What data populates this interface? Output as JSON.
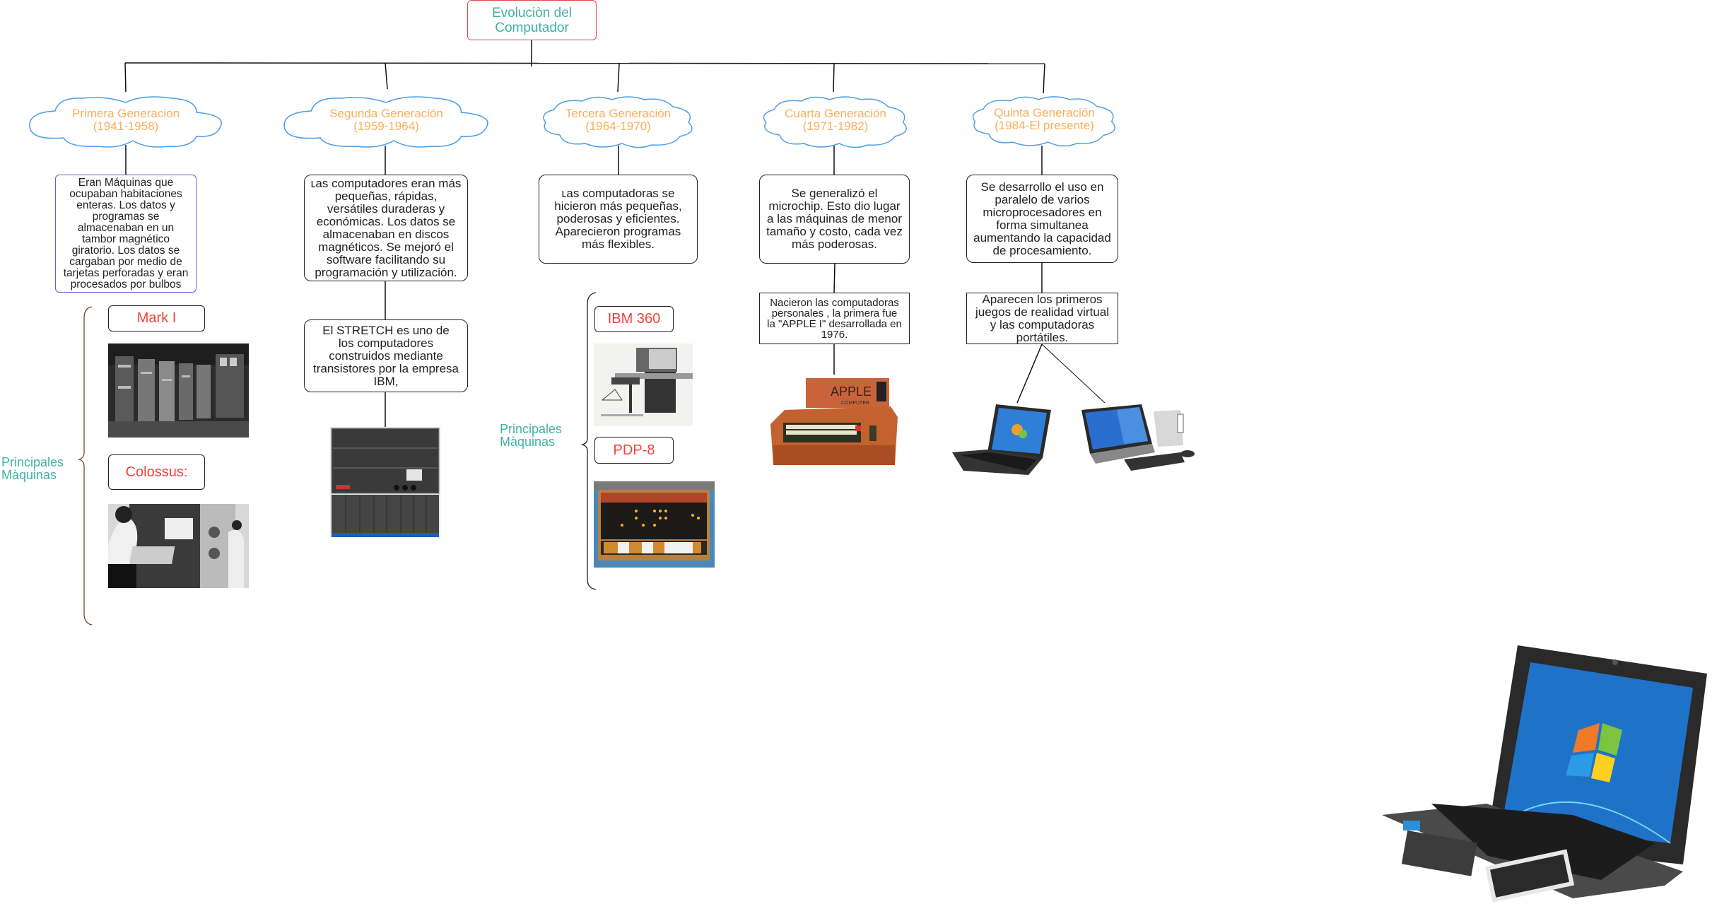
{
  "title": "Evoluciòn del\nComputador",
  "colors": {
    "title_border": "#e04848",
    "title_text": "#3fb2a4",
    "cloud_border": "#4a9ee8",
    "cloud_text": "#fbae5a",
    "machine_label": "#f0433c",
    "branch_label": "#3fb2a4",
    "first_gen_border": "#7b52d3"
  },
  "generations": [
    {
      "name": "Primera Generacion\n(1941-1958)",
      "description": "Eran Máquinas que\nocupaban habitaciones\nenteras. Los datos y\nprogramas se\nalmacenaban en un\ntambor magnético\ngiratorio. Los datos se\ncargaban por medio de\ntarjetas perforadas y eran\nprocesados por bulbos",
      "branch_label": "Principales\nMàquinas",
      "machines": [
        {
          "label": "Mark I",
          "image": "mark-i-photo"
        },
        {
          "label": "Colossus:",
          "image": "colossus-photo"
        }
      ]
    },
    {
      "name": "Segunda Generación\n(1959-1964)",
      "description": "ʟas computadores eran más\npequeñas, rápidas,\nversátiles duraderas y\neconómicas. Los datos se\nalmacenaban en discos\nmagnéticos. Se mejoró el\nsoftware facilitando su\nprogramación y utilización.",
      "detail": "El STRETCH es uno de\nlos computadores\nconstruidos mediante\ntransistores por la empresa\nIBM,",
      "image": "ibm-stretch-photo"
    },
    {
      "name": "Tercera Generación\n(1964-1970)",
      "description": "ʟas computadoras se\nhicieron más pequeñas,\npoderosas y eficientes.\nAparecieron programas\nmás flexibles.",
      "branch_label": "Principales\nMàquinas",
      "machines": [
        {
          "label": "IBM 360",
          "image": "ibm-360-photo"
        },
        {
          "label": "PDP-8",
          "image": "pdp-8-photo"
        }
      ]
    },
    {
      "name": "Cuarta Generación\n(1971-1982)",
      "description": "Se generalizó el\nmicrochip. Esto dio lugar\na las máquinas de menor\ntamaño y costo, cada vez\nmás poderosas.",
      "detail": "Nacieron las computadoras\npersonales , la primera fue\nla \"APPLE I\" desarrollada en\n1976.",
      "image": "apple-i-photo"
    },
    {
      "name": "Quinta Generación\n(1984-El presente)",
      "description": "Se desarrollo el uso en\nparalelo de varios\nmicroprocesadores en\nforma simultanea\naumentando la capacidad\nde procesamiento.",
      "detail": "Aparecen los primeros\njuegos de realidad virtual\ny las computadoras\nportátiles.",
      "images": [
        "netbook-photo",
        "all-in-one-desktop-photo"
      ]
    }
  ],
  "extra_image": "large-netbook-photo"
}
